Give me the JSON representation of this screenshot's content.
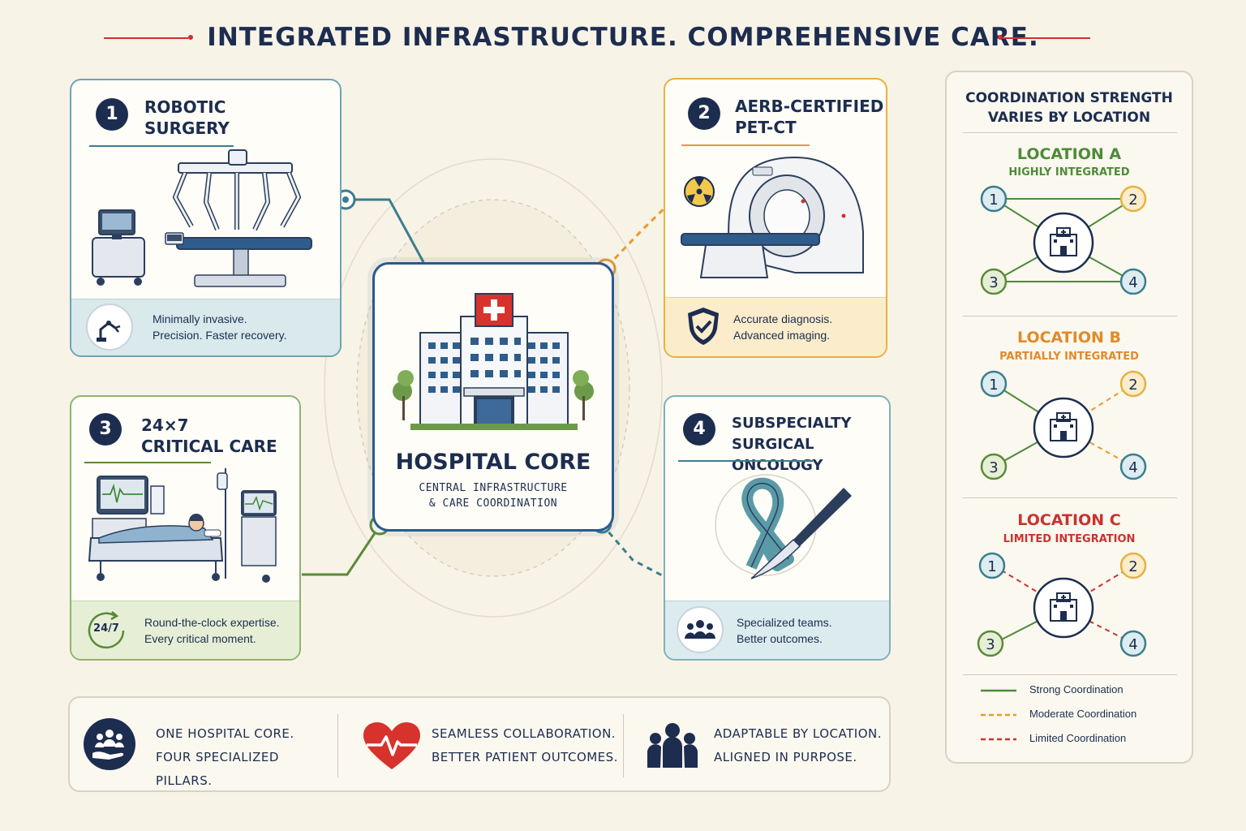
{
  "title": "INTEGRATED INFRASTRUCTURE. COMPREHENSIVE CARE.",
  "colors": {
    "navy": "#1c2d4f",
    "teal": "#3b7d8e",
    "orange": "#e79a2c",
    "green": "#5a8a3a",
    "red": "#c9332e"
  },
  "pillars": [
    {
      "number": "1",
      "title": "ROBOTIC\nSURGERY",
      "tagline": "Minimally invasive.\nPrecision. Faster recovery.",
      "icon": "robotic-arm-icon",
      "accent": "#3b7d8e"
    },
    {
      "number": "2",
      "title": "AERB-CERTIFIED\nPET-CT",
      "tagline": "Accurate diagnosis.\nAdvanced imaging.",
      "icon": "shield-check-icon",
      "accent": "#e79a2c"
    },
    {
      "number": "3",
      "title": "24×7\nCRITICAL CARE",
      "tagline": "Round-the-clock expertise.\nEvery critical moment.",
      "icon": "24-7-icon",
      "icon_text": "24/7",
      "accent": "#5a8a3a"
    },
    {
      "number": "4",
      "title": "SUBSPECIALTY\nSURGICAL ONCOLOGY",
      "tagline": "Specialized teams.\nBetter outcomes.",
      "icon": "team-icon",
      "accent": "#3b7d8e"
    }
  ],
  "core": {
    "title": "HOSPITAL CORE",
    "subtitle": "CENTRAL INFRASTRUCTURE\n& CARE COORDINATION",
    "icon": "hospital-building-icon"
  },
  "panel": {
    "title": "COORDINATION STRENGTH\nVARIES BY LOCATION",
    "locations": [
      {
        "name": "LOCATION A",
        "level": "HIGHLY INTEGRATED",
        "color": "#4e8a3a",
        "nodes": [
          "1",
          "2",
          "3",
          "4"
        ],
        "links": [
          "strong",
          "strong",
          "strong",
          "strong"
        ]
      },
      {
        "name": "LOCATION B",
        "level": "PARTIALLY INTEGRATED",
        "color": "#e08a2a",
        "nodes": [
          "1",
          "2",
          "3",
          "4"
        ],
        "links": [
          "strong",
          "moderate",
          "strong",
          "moderate"
        ]
      },
      {
        "name": "LOCATION C",
        "level": "LIMITED INTEGRATION",
        "color": "#c9332e",
        "nodes": [
          "1",
          "2",
          "3",
          "4"
        ],
        "links": [
          "limited",
          "limited",
          "strong",
          "limited"
        ]
      }
    ],
    "legend": [
      {
        "label": "Strong Coordination",
        "style": "strong",
        "color": "#4e8a3a"
      },
      {
        "label": "Moderate Coordination",
        "style": "moderate",
        "color": "#e79a2c"
      },
      {
        "label": "Limited Coordination",
        "style": "limited",
        "color": "#c9332e"
      }
    ]
  },
  "bottom": [
    {
      "text": "ONE HOSPITAL CORE.\nFOUR SPECIALIZED PILLARS.",
      "icon": "hand-people-icon"
    },
    {
      "text": "SEAMLESS COLLABORATION.\nBETTER PATIENT OUTCOMES.",
      "icon": "heartbeat-icon"
    },
    {
      "text": "ADAPTABLE BY LOCATION.\nALIGNED IN PURPOSE.",
      "icon": "group-icon"
    }
  ]
}
